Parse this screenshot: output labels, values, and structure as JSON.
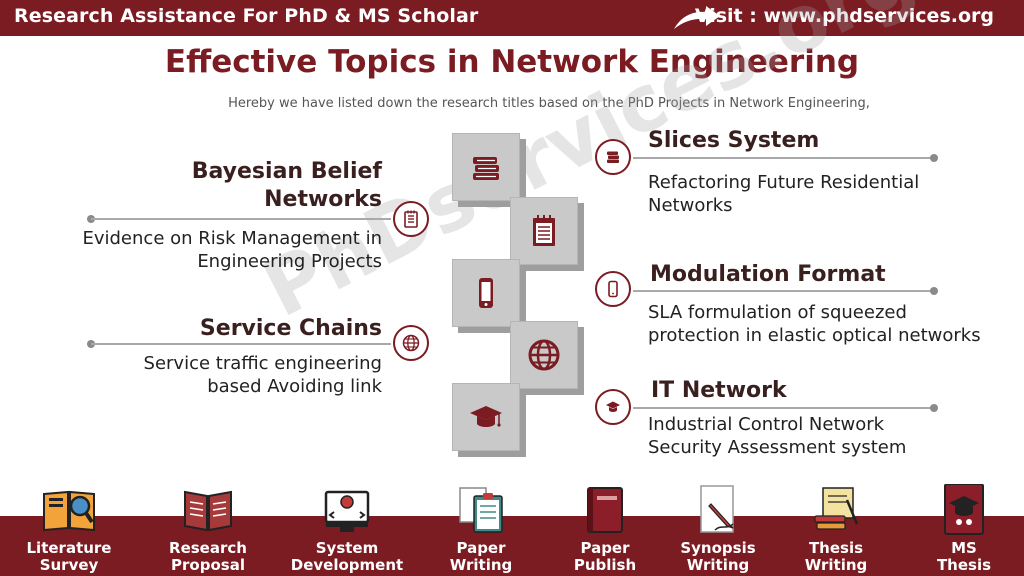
{
  "header": {
    "left_text": "Research Assistance For PhD & MS Scholar",
    "right_text": "Visit : www.phdservices.org"
  },
  "main": {
    "title": "Effective Topics in Network Engineering",
    "subtitle": "Hereby we have listed down the research titles based on the PhD Projects in Network Engineering,"
  },
  "watermark": "PhDservices.org",
  "topics_left": [
    {
      "heading_line1": "Bayesian Belief",
      "heading_line2": "Networks",
      "desc_line1": "Evidence on Risk Management in",
      "desc_line2": "Engineering Projects",
      "icon": "notepad-icon"
    },
    {
      "heading_line1": "Service Chains",
      "desc_line1": "Service traffic engineering",
      "desc_line2": "based Avoiding link",
      "icon": "globe-icon"
    }
  ],
  "topics_right": [
    {
      "heading": "Slices System",
      "desc_line1": "Refactoring Future Residential",
      "desc_line2": "Networks",
      "icon": "books-icon"
    },
    {
      "heading": "Modulation Format",
      "desc_line1": "SLA formulation of squeezed",
      "desc_line2": "protection in elastic optical networks",
      "icon": "phone-icon"
    },
    {
      "heading": "IT Network",
      "desc_line1": "Industrial Control Network",
      "desc_line2": "Security Assessment system",
      "icon": "graduation-cap-icon"
    }
  ],
  "footer": {
    "items": [
      {
        "line1": "Literature",
        "line2": "Survey",
        "icon": "magnifier-book-icon"
      },
      {
        "line1": "Research",
        "line2": "Proposal",
        "icon": "open-book-icon"
      },
      {
        "line1": "System",
        "line2": "Development",
        "icon": "code-monitor-icon"
      },
      {
        "line1": "Paper",
        "line2": "Writing",
        "icon": "paper-clipboard-icon"
      },
      {
        "line1": "Paper",
        "line2": "Publish",
        "icon": "closed-book-icon"
      },
      {
        "line1": "Synopsis",
        "line2": "Writing",
        "icon": "pen-paper-icon"
      },
      {
        "line1": "Thesis",
        "line2": "Writing",
        "icon": "scroll-books-icon"
      },
      {
        "line1": "MS",
        "line2": "Thesis",
        "icon": "graduate-book-icon"
      }
    ]
  },
  "colors": {
    "brand": "#7b1b22",
    "block": "#c9c9c9",
    "line": "#a9a9a9"
  }
}
